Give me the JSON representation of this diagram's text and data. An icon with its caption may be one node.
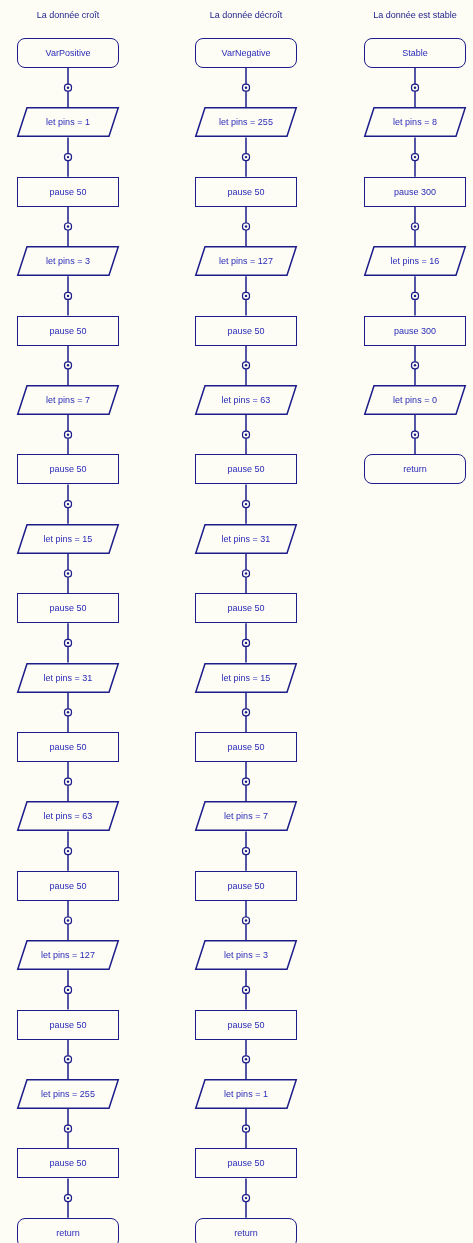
{
  "diagram": {
    "nodes": [
      {
        "text": [
          "VarPositive"
        ]
      },
      {
        "text": [
          "let pins = 1"
        ]
      },
      {
        "text": [
          "pause 50"
        ]
      },
      {
        "text": [
          "let pins = 3"
        ]
      },
      {
        "text": [
          "pause 50"
        ]
      },
      {
        "text": [
          "let pins = 7"
        ]
      },
      {
        "text": [
          "pause 50"
        ]
      },
      {
        "text": [
          "let pins = 15"
        ]
      },
      {
        "text": [
          "pause 50"
        ]
      },
      {
        "text": [
          "let pins = 31"
        ]
      },
      {
        "text": [
          "pause 50"
        ]
      },
      {
        "text": [
          "let pins = 63"
        ]
      },
      {
        "text": [
          "pause 50"
        ]
      },
      {
        "text": [
          "let pins = 127"
        ]
      },
      {
        "text": [
          "pause 50"
        ]
      },
      {
        "text": [
          "let pins = 255"
        ]
      },
      {
        "text": [
          "pause 50"
        ]
      },
      {
        "text": [
          "return"
        ]
      },
      {
        "text": [
          "VarNegative"
        ]
      },
      {
        "text": [
          "let pins = 255"
        ]
      },
      {
        "text": [
          "pause 50"
        ]
      },
      {
        "text": [
          "let pins = 127"
        ]
      },
      {
        "text": [
          "pause 50"
        ]
      },
      {
        "text": [
          "let pins = 63"
        ]
      },
      {
        "text": [
          "pause 50"
        ]
      },
      {
        "text": [
          "let pins = 31"
        ]
      },
      {
        "text": [
          "pause 50"
        ]
      },
      {
        "text": [
          "let pins = 15"
        ]
      },
      {
        "text": [
          "pause 50"
        ]
      },
      {
        "text": [
          "let pins = 7"
        ]
      },
      {
        "text": [
          "pause 50"
        ]
      },
      {
        "text": [
          "let pins = 3"
        ]
      },
      {
        "text": [
          "pause 50"
        ]
      },
      {
        "text": [
          "let pins = 1"
        ]
      },
      {
        "text": [
          "pause 50"
        ]
      },
      {
        "text": [
          "return"
        ]
      },
      {
        "text": [
          "Stable"
        ]
      },
      {
        "text": [
          "let pins = 8"
        ]
      },
      {
        "text": [
          "pause 300"
        ]
      },
      {
        "text": [
          "let pins = 16"
        ]
      },
      {
        "text": [
          "pause 300"
        ]
      },
      {
        "text": [
          "let pins = 0"
        ]
      },
      {
        "text": [
          "return"
        ]
      }
    ],
    "edges": [
      {
        "from": 0,
        "to": 1,
        "arrow": "none"
      },
      {
        "from": 1,
        "to": 2,
        "arrow": "none"
      },
      {
        "from": 2,
        "to": 3,
        "arrow": "none"
      },
      {
        "from": 3,
        "to": 4,
        "arrow": "none"
      },
      {
        "from": 4,
        "to": 5,
        "arrow": "none"
      },
      {
        "from": 5,
        "to": 6,
        "arrow": "none"
      },
      {
        "from": 6,
        "to": 7,
        "arrow": "none"
      },
      {
        "from": 7,
        "to": 8,
        "arrow": "none"
      },
      {
        "from": 8,
        "to": 9,
        "arrow": "none"
      },
      {
        "from": 9,
        "to": 10,
        "arrow": "none"
      },
      {
        "from": 10,
        "to": 11,
        "arrow": "none"
      },
      {
        "from": 11,
        "to": 12,
        "arrow": "none"
      },
      {
        "from": 12,
        "to": 13,
        "arrow": "none"
      },
      {
        "from": 13,
        "to": 14,
        "arrow": "none"
      },
      {
        "from": 14,
        "to": 15,
        "arrow": "none"
      },
      {
        "from": 15,
        "to": 16,
        "arrow": "none"
      },
      {
        "from": 16,
        "to": 17,
        "arrow": "none"
      },
      {
        "from": 18,
        "to": 19,
        "arrow": "none"
      },
      {
        "from": 19,
        "to": 20,
        "arrow": "none"
      },
      {
        "from": 20,
        "to": 21,
        "arrow": "none"
      },
      {
        "from": 21,
        "to": 22,
        "arrow": "none"
      },
      {
        "from": 22,
        "to": 23,
        "arrow": "none"
      },
      {
        "from": 23,
        "to": 24,
        "arrow": "none"
      },
      {
        "from": 24,
        "to": 25,
        "arrow": "none"
      },
      {
        "from": 25,
        "to": 26,
        "arrow": "none"
      },
      {
        "from": 26,
        "to": 27,
        "arrow": "none"
      },
      {
        "from": 27,
        "to": 28,
        "arrow": "none"
      },
      {
        "from": 28,
        "to": 29,
        "arrow": "none"
      },
      {
        "from": 29,
        "to": 30,
        "arrow": "none"
      },
      {
        "from": 30,
        "to": 31,
        "arrow": "none"
      },
      {
        "from": 31,
        "to": 32,
        "arrow": "none"
      },
      {
        "from": 32,
        "to": 33,
        "arrow": "none"
      },
      {
        "from": 33,
        "to": 34,
        "arrow": "none"
      },
      {
        "from": 34,
        "to": 35,
        "arrow": "none"
      },
      {
        "from": 36,
        "to": 37,
        "arrow": "none"
      },
      {
        "from": 37,
        "to": 38,
        "arrow": "none"
      },
      {
        "from": 38,
        "to": 39,
        "arrow": "none"
      },
      {
        "from": 39,
        "to": 40,
        "arrow": "none"
      },
      {
        "from": 40,
        "to": 41,
        "arrow": "none"
      },
      {
        "from": 41,
        "to": 42,
        "arrow": "none"
      }
    ],
    "labels": [
      "La donnée croît",
      "La donnée décroît",
      "La donnée est stable"
    ]
  }
}
